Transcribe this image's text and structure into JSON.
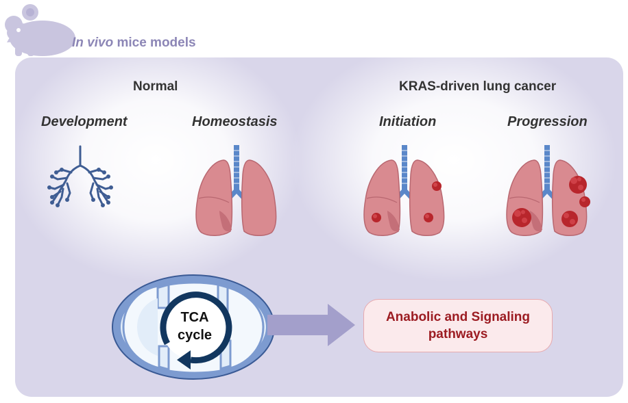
{
  "header": {
    "prefix_italic": "In vivo",
    "suffix": "mice models",
    "icon": "mouse-icon"
  },
  "groups": [
    {
      "title": "Normal",
      "stages": [
        "Development",
        "Homeostasis"
      ]
    },
    {
      "title": "KRAS-driven lung cancer",
      "stages": [
        "Initiation",
        "Progression"
      ]
    }
  ],
  "mitochondrion": {
    "line1": "TCA",
    "line2": "cycle"
  },
  "pathway": {
    "label": "Anabolic and Signaling pathways"
  },
  "colors": {
    "panel": "#d9d6ea",
    "mouse": "#c9c5df",
    "lung": "#d98a90",
    "trachea": "#5a87c9",
    "tumor": "#b8262c",
    "mito_outer": "#7d9bd0",
    "arrow": "#a39fcb",
    "pathway_text": "#9c1c22"
  }
}
